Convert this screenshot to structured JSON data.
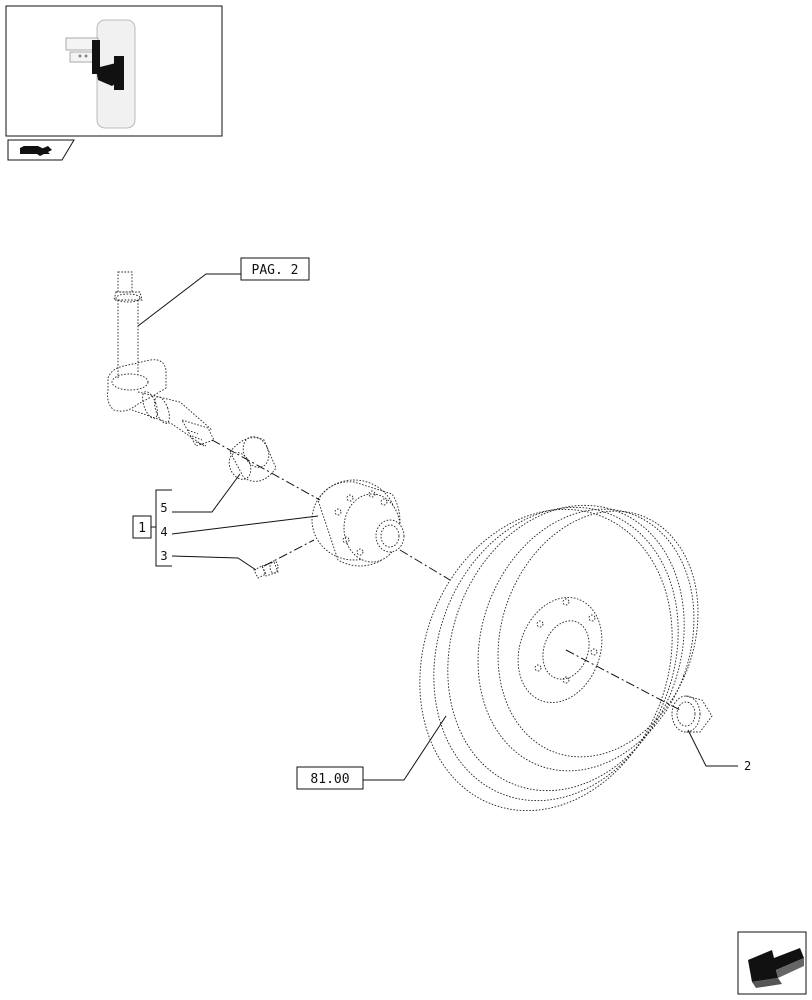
{
  "callouts": {
    "spindle_ref": "PAG. 2",
    "wheel_ref": "81.00",
    "kit_ref": "1",
    "bracket_items": [
      "5",
      "4",
      "3"
    ],
    "cap_ref": "2"
  },
  "icons": {
    "thumbnail": "tractor-location-thumbnail",
    "section": "tractor-section-icon",
    "nav": "next-page-arrow-icon"
  }
}
